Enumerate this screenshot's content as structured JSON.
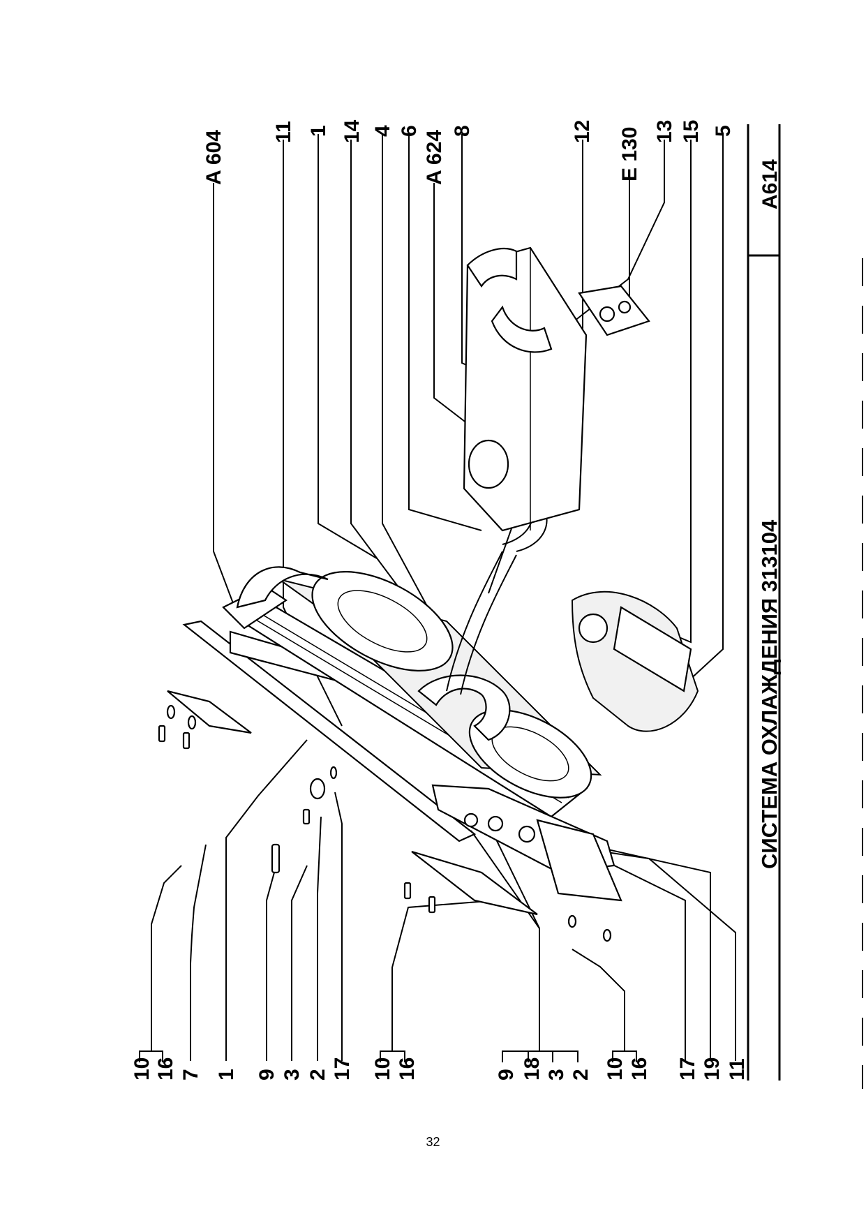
{
  "title": "СИСТЕМА ОХЛАЖДЕНИЯ 313104",
  "code": "A614",
  "page_number": "32",
  "labels_top": [
    "A 604",
    "11",
    "1",
    "14",
    "4",
    "6",
    "A 624",
    "8",
    "12",
    "E 130",
    "13",
    "15",
    "5"
  ],
  "labels_bottom": [
    "10",
    "16",
    "7",
    "1",
    "9",
    "3",
    "2",
    "17",
    "10",
    "16",
    "9",
    "18",
    "3",
    "2",
    "10",
    "16",
    "17",
    "19",
    "11"
  ]
}
